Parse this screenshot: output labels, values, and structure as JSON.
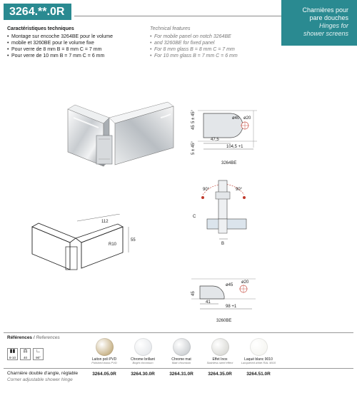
{
  "header": {
    "model": "3264.**.0R",
    "category_fr_line1": "Charnières pour",
    "category_fr_line2": "pare douches",
    "category_en_line1": "Hinges for",
    "category_en_line2": "shower screens",
    "accent_color": "#2a8a91"
  },
  "features_fr": {
    "title": "Caractéristiques techniques",
    "items": [
      "Montage sur encoche 3264BE pour le volume",
      "mobile et 3260BE pour le volume fixe",
      "Pour verre de 8 mm B = 8 mm C = 7 mm",
      "Pour verre de 10 mm B = 7 mm C = 6 mm"
    ]
  },
  "features_en": {
    "title": "Technical features",
    "items": [
      "For mobile panel on notch 3264BE",
      "and 3260BE for fixed panel",
      "For 8 mm glass B = 8 mm C = 7 mm",
      "For 10 mm glass B = 7 mm C = 6 mm"
    ]
  },
  "drawing_top": {
    "dims": [
      "5 ± 45°",
      "45",
      "5 ± 45°",
      "ø40",
      "ø20",
      "47,5",
      "104,5 +1"
    ],
    "caption": "3264BE"
  },
  "drawing_mid": {
    "dims": [
      "90°",
      "90°",
      "C",
      "B"
    ]
  },
  "drawing_left": {
    "dims": [
      "112",
      "55",
      "R10"
    ]
  },
  "drawing_bottom": {
    "dims": [
      "45",
      "ø45",
      "ø20",
      "41",
      "98 +1"
    ],
    "caption": "3260BE"
  },
  "references": {
    "title_fr": "Références",
    "title_en": "References",
    "icons": [
      {
        "name": "glass-thickness-icon",
        "value": "8-10"
      },
      {
        "name": "weight-icon",
        "value": "40"
      },
      {
        "name": "angle-icon",
        "value": "90°"
      }
    ],
    "finishes": [
      {
        "fr": "Laiton poli PVD",
        "en": "Polished brass PVD",
        "color": "#c9b48a",
        "code": "3264.05.0R"
      },
      {
        "fr": "Chrome brillant",
        "en": "Bright chromium",
        "color": "#e8eaed",
        "code": "3264.30.0R"
      },
      {
        "fr": "Chrome mat",
        "en": "Matt chromium",
        "color": "#cfd2d5",
        "code": "3264.31.0R"
      },
      {
        "fr": "Effet Inox",
        "en": "Stainless steel effect",
        "color": "#dcdcd8",
        "code": "3264.35.0R"
      },
      {
        "fr": "Laqué blanc 9010",
        "en": "Lacquered white RAL 9010",
        "color": "#f6f6f2",
        "code": "3264.51.0R"
      }
    ],
    "product_fr": "Charnière double d'angle, réglable",
    "product_en": "Corner adjustable shower hinge"
  }
}
